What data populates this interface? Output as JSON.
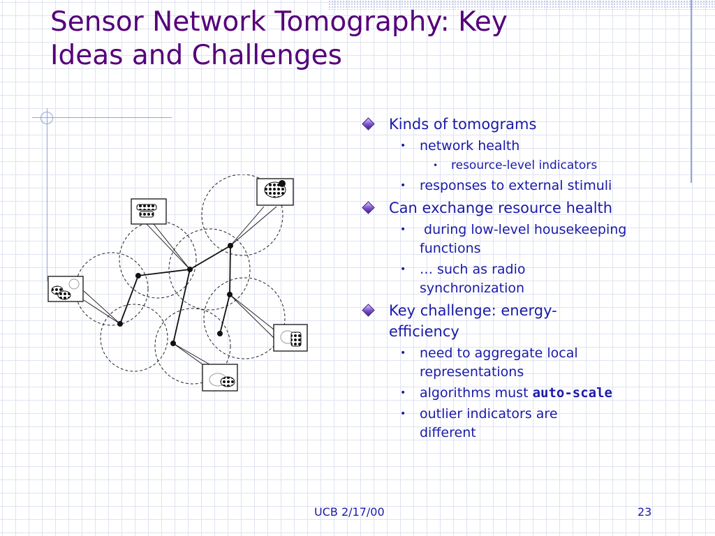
{
  "slide": {
    "title_line1": "Sensor Network Tomography: Key",
    "title_line2": "Ideas and Challenges",
    "footer": {
      "center": "UCB 2/17/00",
      "page": "23"
    }
  },
  "bullets": {
    "b1": "Kinds of tomograms",
    "b1a": "network health",
    "b1a1": "resource-level indicators",
    "b1b": "responses to external stimuli",
    "b2": "Can exchange resource health",
    "b2a_l1": " during low-level housekeeping",
    "b2a_l2": "functions",
    "b2b_l1": "… such as radio",
    "b2b_l2": "synchronization",
    "b3_l1": "Key challenge: energy-",
    "b3_l2": "efficiency",
    "b3a_l1": "need to aggregate local",
    "b3a_l2": "representations",
    "b3b_pre": "algorithms must ",
    "b3b_em": "auto-scale",
    "b3c_l1": "outlier indicators are",
    "b3c_l2": "different"
  },
  "colors": {
    "title": "#55007a",
    "body_text": "#1a1aa8",
    "grid": "#dfe3f0",
    "accent_line": "#8fa6d6"
  },
  "icons": [
    "diamond-bullet-icon",
    "round-bullet-icon",
    "sensor-node-icon",
    "tomogram-thumbnail-icon"
  ]
}
